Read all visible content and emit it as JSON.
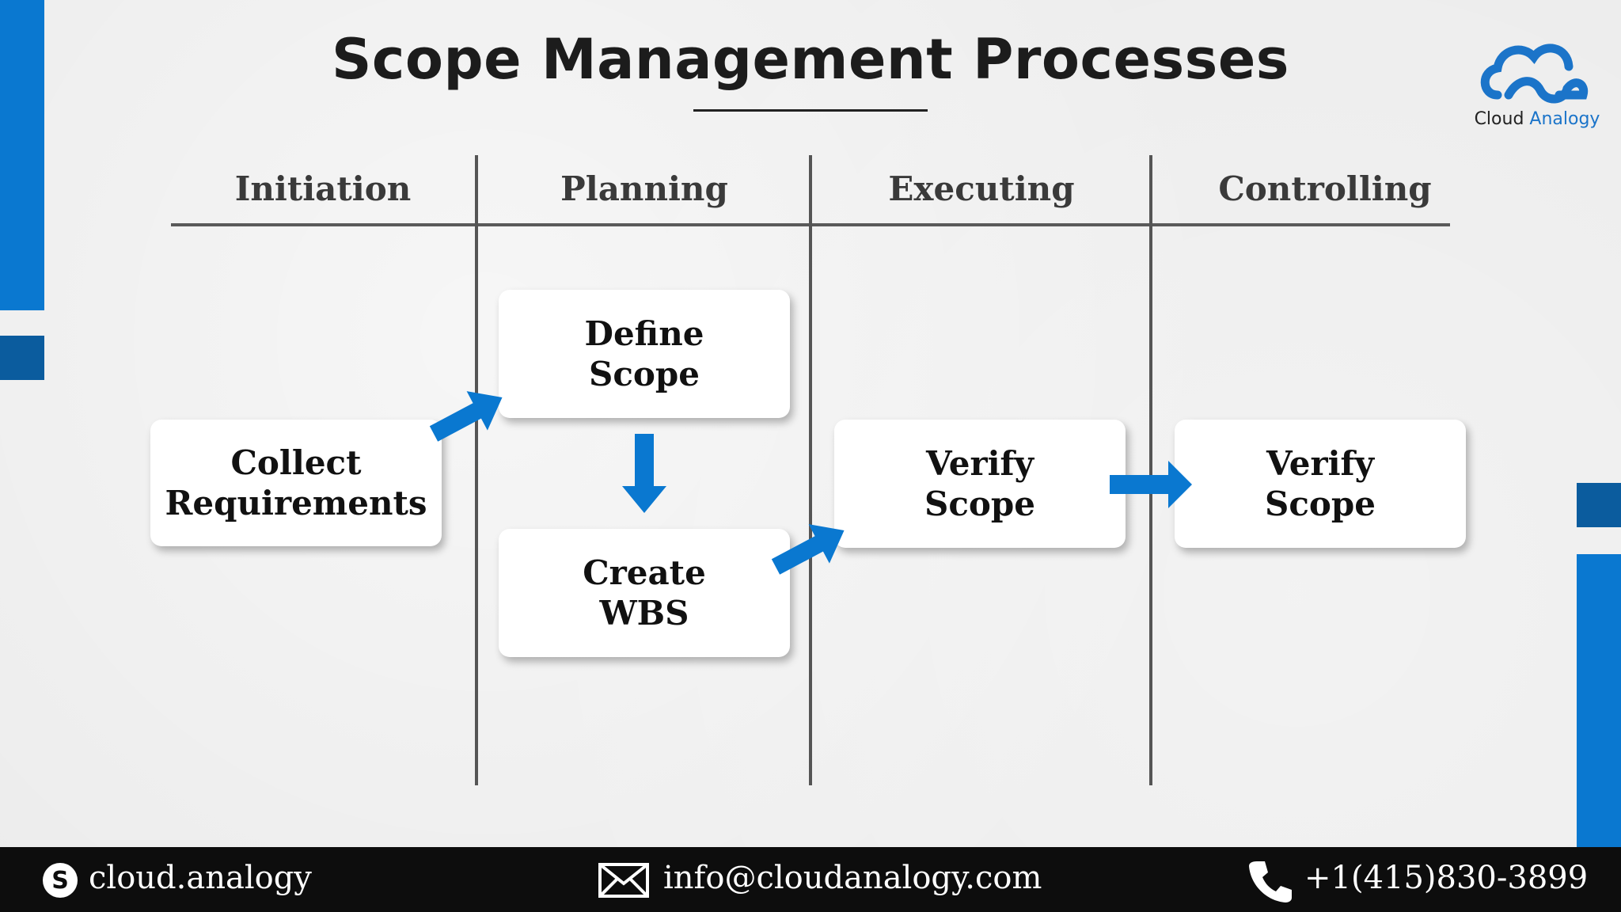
{
  "title": "Scope Management Processes",
  "logo": {
    "word1": "Cloud",
    "word2": "Analogy",
    "colors": {
      "primary": "#1b74c9",
      "text": "#222222"
    }
  },
  "columns": [
    {
      "label": "Initiation"
    },
    {
      "label": "Planning"
    },
    {
      "label": "Executing"
    },
    {
      "label": "Controlling"
    }
  ],
  "process_boxes": {
    "collect_requirements": {
      "line1": "Collect",
      "line2": "Requirements"
    },
    "define_scope": {
      "line1": "Define",
      "line2": "Scope"
    },
    "create_wbs": {
      "line1": "Create",
      "line2": "WBS"
    },
    "verify_scope_executing": {
      "line1": "Verify",
      "line2": "Scope"
    },
    "verify_scope_controlling": {
      "line1": "Verify",
      "line2": "Scope"
    }
  },
  "flows": [
    {
      "from": "Collect Requirements",
      "to": "Define Scope"
    },
    {
      "from": "Define Scope",
      "to": "Create WBS"
    },
    {
      "from": "Create WBS",
      "to": "Verify Scope"
    },
    {
      "from": "Verify Scope",
      "to": "Verify Scope"
    }
  ],
  "footer": {
    "skype": "cloud.analogy",
    "email": "info@cloudanalogy.com",
    "phone": "+1(415)830-3899"
  },
  "colors": {
    "accent": "#0a78d0",
    "accent_dark": "#0b5c9e",
    "footer_bg": "#0d0d0d",
    "arrow": "#0a78d0"
  },
  "icons": [
    "skype-icon",
    "mail-icon",
    "phone-icon",
    "cloud-logo-icon"
  ]
}
